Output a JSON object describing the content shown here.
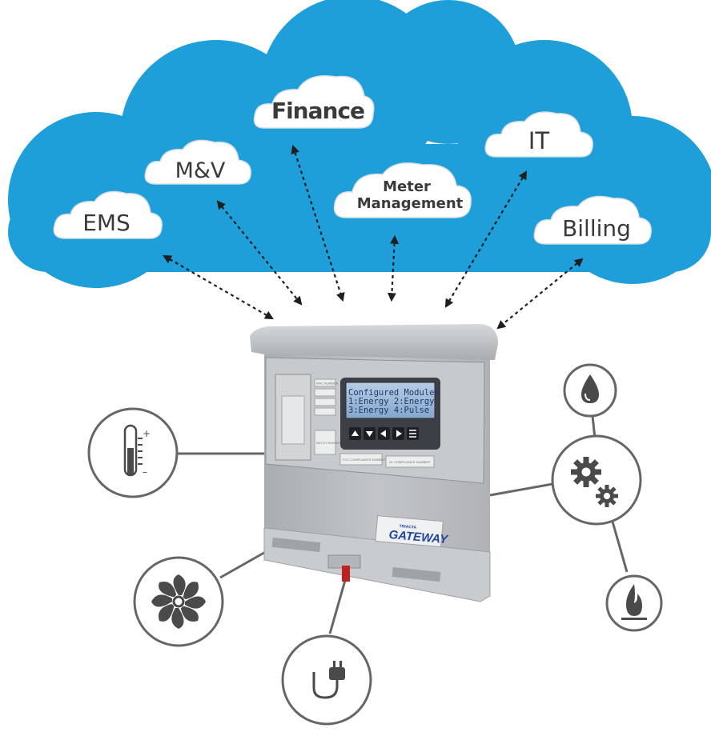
{
  "cloud_services": {
    "finance": "Finance",
    "mv": "M&V",
    "it": "IT",
    "meter_line1": "Meter",
    "meter_line2": "Management",
    "ems": "EMS",
    "billing": "Billing"
  },
  "device": {
    "lcd_line1": "Configured Modules",
    "lcd_line2": "1:Energy  2:Energy",
    "lcd_line3": "3:Energy  4:Pulse",
    "brand_top": "TRIACTA",
    "brand_main": "GATEWAY",
    "label_fcc": "FCC COMPLIANCE NUMBER",
    "label_ul": "UL COMPLIANCE NUMBER",
    "label_batch": "BATCH NUMBER",
    "label_mac": "MAC NUMBER"
  },
  "inputs": {
    "temperature_plus": "+",
    "temperature_minus": "–"
  },
  "colors": {
    "cloud": "#1f9fda",
    "device_body": "#b8bcbf",
    "lcd": "#9ab6d6",
    "connector": "#666666"
  },
  "icons": [
    "thermometer-icon",
    "fan-icon",
    "power-plug-icon",
    "water-drop-icon",
    "gears-icon",
    "flame-icon"
  ]
}
